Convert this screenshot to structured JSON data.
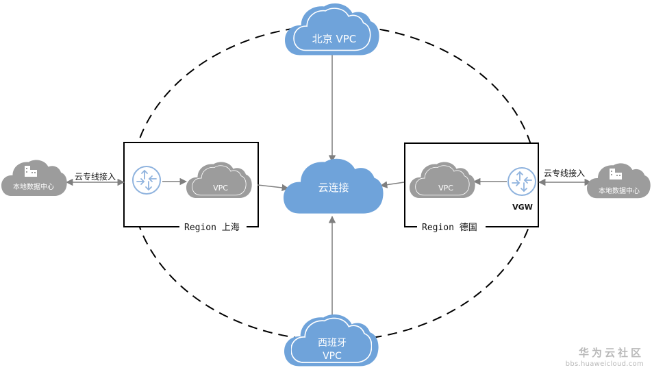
{
  "clouds": {
    "beijing": "北京 VPC",
    "center": "云连接",
    "spain_line1": "西班牙",
    "spain_line2": "VPC",
    "vpc_shanghai": "VPC",
    "vpc_germany": "VPC"
  },
  "regions": {
    "shanghai": "Region 上海",
    "germany": "Region 德国"
  },
  "labels": {
    "vgw": "VGW",
    "dc_left": "本地数据中心",
    "dc_right": "本地数据中心",
    "link_left": "云专线接入",
    "link_right": "云专线接入"
  },
  "watermark": {
    "title": "华为云社区",
    "url": "bbs.huaweicloud.com"
  },
  "colors": {
    "blue_cloud": "#6fa3da",
    "blue_cloud_stroke": "#ffffff",
    "grey_cloud": "#9c9c9c",
    "router_stroke": "#8fb3de",
    "arrow": "#7f7f7f"
  }
}
